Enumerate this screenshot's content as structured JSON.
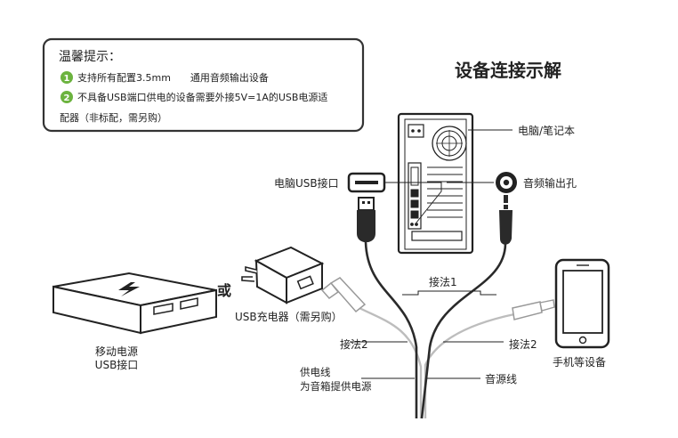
{
  "notice": {
    "title": "温馨提示：",
    "tip1_num": "1",
    "tip1_text": "支持所有配置3.5mm　　通用音频输出设备",
    "tip2_num": "2",
    "tip2_line1": "不具备USB端口供电的设备需要外接5V=1A的USB电源适",
    "tip2_line2": "配器（非标配，需另购）"
  },
  "heading": "设备连接示解",
  "labels": {
    "computer": "电脑/笔记本",
    "usb_port": "电脑USB接口",
    "audio_port": "音频输出孔",
    "method1": "接法1",
    "method2_left": "接法2",
    "method2_right": "接法2",
    "or": "或",
    "usb_charger": "USB充电器（需另购）",
    "power_bank_line1": "移动电源",
    "power_bank_line2": "USB接口",
    "phone": "手机等设备",
    "power_cable_line1": "供电线",
    "power_cable_line2": "为音箱提供电源",
    "audio_cable": "音源线"
  },
  "colors": {
    "accent_green": "#6cb33f",
    "line": "#222222",
    "cable_black": "#2a2a2a",
    "cable_gray": "#bdbdbd"
  }
}
